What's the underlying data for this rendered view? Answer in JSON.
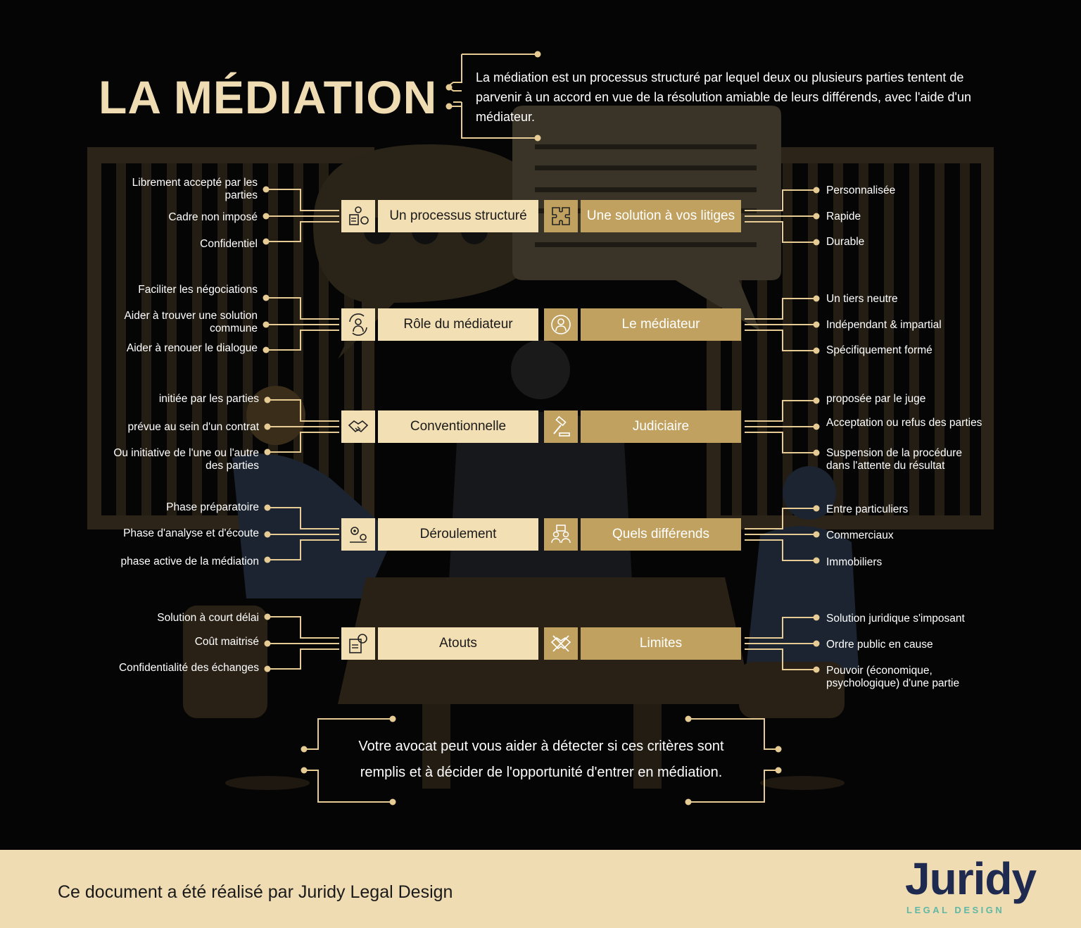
{
  "header": {
    "title": "LA MÉDIATION",
    "intro": "La médiation est un processus structuré par lequel deux ou plusieurs parties tentent de parvenir à un accord en vue de la résolution amiable de leurs différends, avec l'aide d'un médiateur."
  },
  "rows": [
    {
      "left_label": "Un processus structuré",
      "left_icon": "workflow-icon",
      "left_items": [
        "Librement accepté par les parties",
        "Cadre non  imposé",
        "Confidentiel"
      ],
      "right_label": "Une solution à vos litiges",
      "right_icon": "puzzle-icon",
      "right_items": [
        "Personnalisée",
        "Rapide",
        "Durable"
      ]
    },
    {
      "left_label": "Rôle du médiateur",
      "left_icon": "mediator-cycle-icon",
      "left_items": [
        "Faciliter les négociations",
        "Aider à trouver une solution commune",
        "Aider à renouer le dialogue"
      ],
      "right_label": "Le médiateur",
      "right_icon": "person-icon",
      "right_items": [
        "Un tiers neutre",
        "Indépendant & impartial",
        "Spécifiquement formé"
      ]
    },
    {
      "left_label": "Conventionnelle",
      "left_icon": "handshake-icon",
      "left_items": [
        "initiée par les parties",
        "prévue au sein d'un contrat",
        "Ou initiative de l'une ou l'autre des parties"
      ],
      "right_label": "Judiciaire",
      "right_icon": "gavel-icon",
      "right_items": [
        "proposée par le juge",
        "Acceptation ou refus des parties",
        "Suspension de la procédure dans l'attente du résultat"
      ]
    },
    {
      "left_label": "Déroulement",
      "left_icon": "process-gear-icon",
      "left_items": [
        "Phase préparatoire",
        "Phase d'analyse et d'écoute",
        "phase active de la médiation"
      ],
      "right_label": "Quels différends",
      "right_icon": "dispute-icon",
      "right_items": [
        "Entre particuliers",
        "Commerciaux",
        "Immobiliers"
      ]
    },
    {
      "left_label": "Atouts",
      "left_icon": "lightbulb-document-icon",
      "left_items": [
        "Solution à court délai",
        "Coût maitrisé",
        "Confidentialité des échanges"
      ],
      "right_label": "Limites",
      "right_icon": "no-handshake-icon",
      "right_items": [
        "Solution juridique s'imposant",
        "Ordre public en cause",
        "Pouvoir (économique, psychologique) d'une partie"
      ]
    }
  ],
  "conclusion": "Votre avocat peut vous aider à détecter si ces critères sont remplis et à décider de l'opportunité d'entrer en médiation.",
  "footer": {
    "credit": "Ce document a été réalisé par Juridy Legal Design",
    "logo_word": "Juridy",
    "logo_sub": "LEGAL DESIGN"
  },
  "colors": {
    "background": "#050505",
    "gold": "#c1a160",
    "cream": "#f3dfb4",
    "line": "#e6cc94",
    "logo_navy": "#1e2a4f",
    "logo_teal": "#5fb8a5"
  }
}
